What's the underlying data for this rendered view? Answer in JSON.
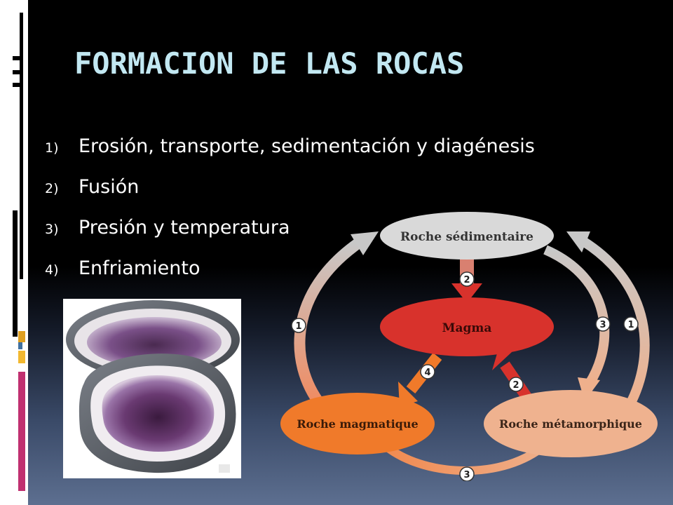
{
  "slide": {
    "title": "FORMACION DE LAS ROCAS",
    "steps": [
      {
        "num": "1)",
        "text": "Erosión, transporte, sedimentación y diagénesis"
      },
      {
        "num": "2)",
        "text": "Fusión"
      },
      {
        "num": "3)",
        "text": "Presión y temperatura"
      },
      {
        "num": "4)",
        "text": "Enfriamiento"
      }
    ]
  },
  "diagram": {
    "nodes": {
      "sedimentary": "Roche sédimentaire",
      "magma": "Magma",
      "igneous": "Roche magmatique",
      "metamorphic": "Roche métamorphique"
    },
    "arrow_labels": {
      "sed_to_magma": "2",
      "magma_to_igneous": "4",
      "meta_to_magma": "2",
      "igneous_to_meta": "3",
      "sed_to_meta": "3",
      "meta_to_sed": "1",
      "igneous_to_sed": "1"
    }
  },
  "colors": {
    "title": "#c2e8f2",
    "sedimentary": "#d9d9d9",
    "magma": "#d8322c",
    "igneous": "#f07a2a",
    "metamorphic": "#efb28f",
    "arrow_grey": "#c8c8c8",
    "arrow_salmon": "#f0a080"
  }
}
